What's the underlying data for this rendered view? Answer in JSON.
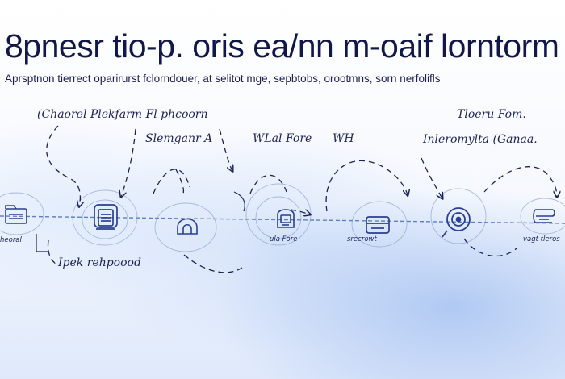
{
  "header": {
    "title": "8pnesr tio-p. oris ea/nn m-oaif lorntorm",
    "subtitle": "Aprsptnon tierrect oparirurst fclorndouer, at selitot mge, sepbtobs, orootmns, sorn nerfolifls"
  },
  "annotations": {
    "top_left": "(Chaorel Plekfarm Fl phcoorn",
    "mid_left": "Slemganr A",
    "mid_center": "WLal Fore",
    "mid_center_short": "WH",
    "top_right": "Tloeru Fom.",
    "mid_right": "Inleromylta (Ganaa.",
    "bottom_left": "Ipek rehpoood"
  },
  "nodes": [
    {
      "icon": "folder-icon",
      "label": "heoral"
    },
    {
      "icon": "document-stack-icon",
      "label": ""
    },
    {
      "icon": "dome-icon",
      "label": ""
    },
    {
      "icon": "device-icon",
      "label": "ula Fore"
    },
    {
      "icon": "box-icon",
      "label": "srecrowt"
    },
    {
      "icon": "target-icon",
      "label": ""
    },
    {
      "icon": "scroll-icon",
      "label": "vagt tleros"
    }
  ],
  "colors": {
    "ink": "#1c2356",
    "accent": "#2a3f94",
    "timeline": "#5f7fc0"
  }
}
